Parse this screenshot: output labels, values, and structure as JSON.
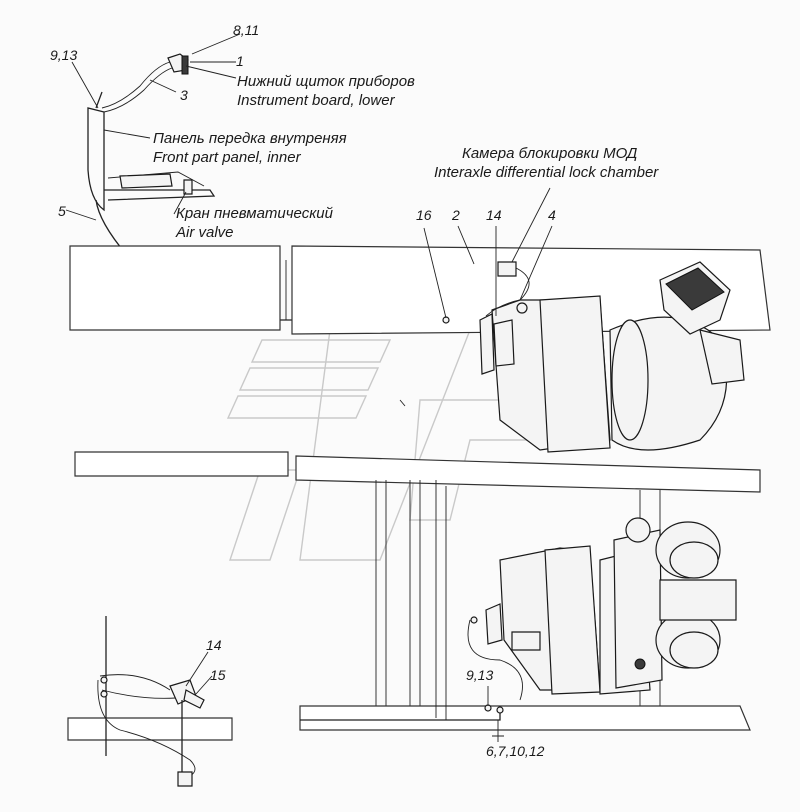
{
  "labels": {
    "c913_top": "9,13",
    "c811": "8,11",
    "c1": "1",
    "c3": "3",
    "c5": "5",
    "c16": "16",
    "c2": "2",
    "c14_top": "14",
    "c4": "4",
    "c14_bot": "14",
    "c15": "15",
    "c913_bot": "9,13",
    "c671012": "6,7,10,12"
  },
  "captions": {
    "instrument_ru": "Нижний щиток приборов",
    "instrument_en": "Instrument board, lower",
    "panel_ru": "Панель передка внутреняя",
    "panel_en": "Front part panel, inner",
    "valve_ru": "Кран пневматический",
    "valve_en": "Air valve",
    "chamber_ru": "Камера блокировки МОД",
    "chamber_en": "Interaxle differential lock chamber"
  }
}
